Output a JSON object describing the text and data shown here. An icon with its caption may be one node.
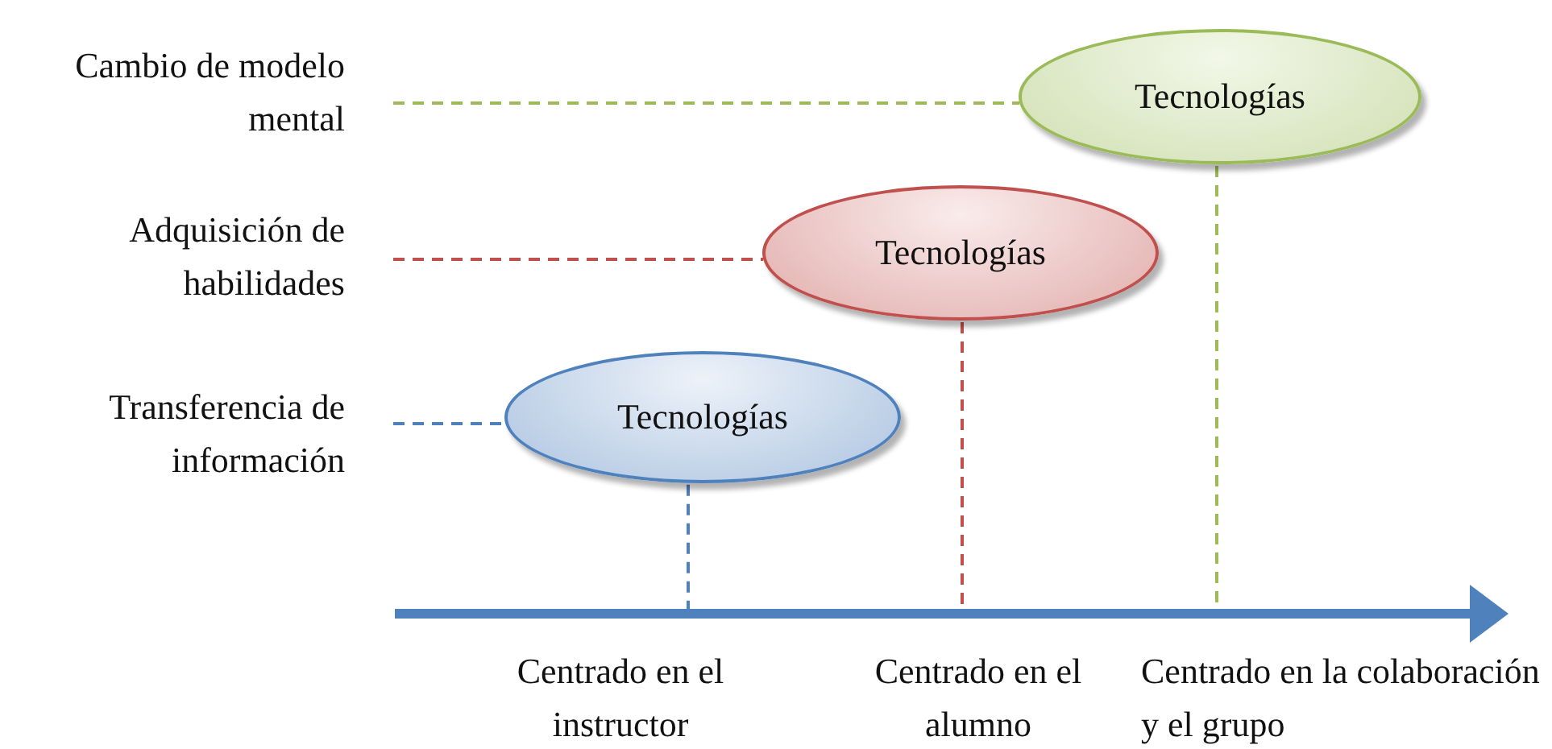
{
  "diagram": {
    "nodes": [
      {
        "text": [
          "Cambio de modelo mental"
        ]
      },
      {
        "text": [
          "Tecnologías"
        ]
      },
      {
        "text": [
          "Adquisición de habilidades"
        ]
      },
      {
        "text": [
          "Tecnologías"
        ]
      },
      {
        "text": [
          "Transferencia de información"
        ]
      },
      {
        "text": [
          "Tecnologías"
        ]
      }
    ],
    "edges": [
      {
        "from": 0,
        "to": 1,
        "arrow": "none",
        "style": "dashed",
        "color": "#9bbb59"
      },
      {
        "from": 2,
        "to": 3,
        "arrow": "none",
        "style": "dashed",
        "color": "#c0504d"
      },
      {
        "from": 4,
        "to": 5,
        "arrow": "none",
        "style": "dashed",
        "color": "#4f81bd"
      },
      {
        "from": 5,
        "to": null,
        "arrow": "none",
        "style": "dashed",
        "color": "#4f81bd"
      },
      {
        "from": 3,
        "to": null,
        "arrow": "none",
        "style": "dashed",
        "color": "#c0504d"
      },
      {
        "from": 1,
        "to": null,
        "arrow": "none",
        "style": "dashed",
        "color": "#9bbb59"
      }
    ],
    "labels": [
      "Centrado en el instructor",
      "Centrado en el alumno",
      "Centrado en la colaboración y el grupo"
    ]
  }
}
